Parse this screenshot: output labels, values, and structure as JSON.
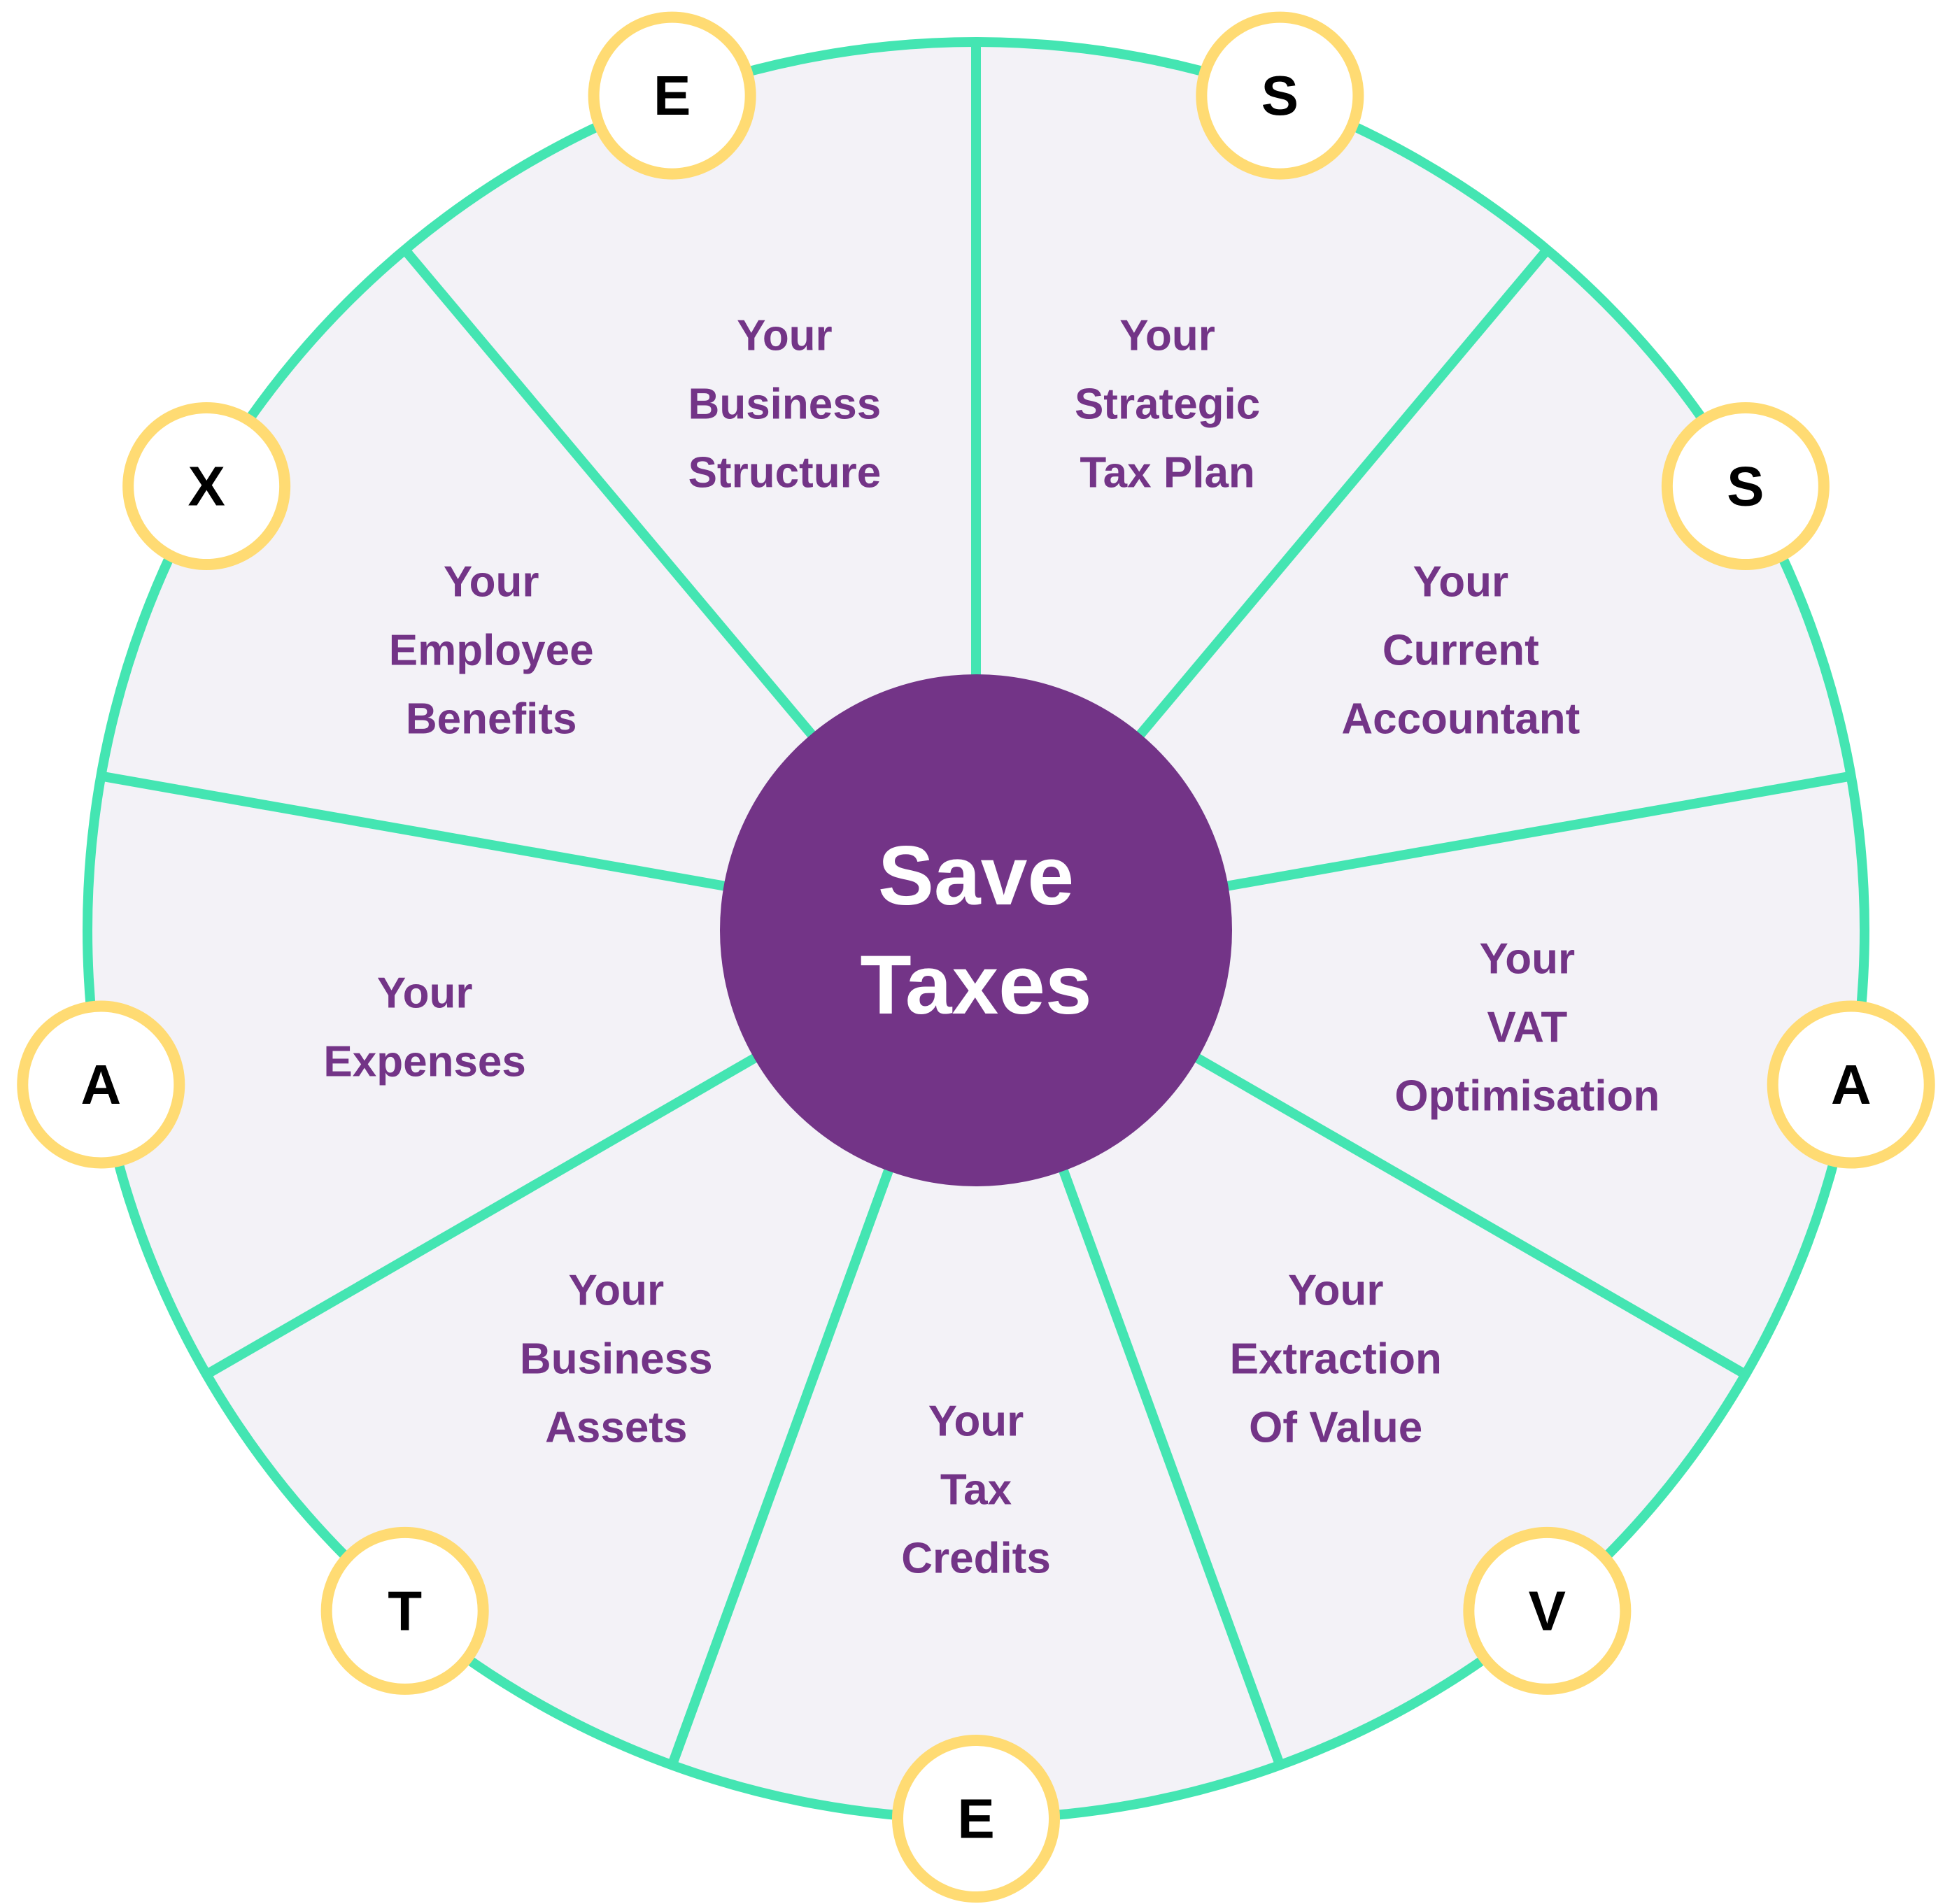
{
  "colors": {
    "rim": "#44E5B2",
    "segment_fill": "#F3F2F7",
    "hub_fill": "#733487",
    "hub_text": "#FFFFFF",
    "label_text": "#733487",
    "badge_ring": "#FFDB73",
    "badge_fill": "#FFFFFF",
    "badge_text": "#000000"
  },
  "hub": {
    "line1": "Save",
    "line2": "Taxes"
  },
  "segments": [
    {
      "lines": [
        "Your",
        "Strategic",
        "Tax Plan"
      ]
    },
    {
      "lines": [
        "Your",
        "Current",
        "Accountant"
      ]
    },
    {
      "lines": [
        "Your",
        "VAT",
        "Optimisation"
      ]
    },
    {
      "lines": [
        "Your",
        "Extraction",
        "Of Value"
      ]
    },
    {
      "lines": [
        "Your",
        "Tax",
        "Credits"
      ]
    },
    {
      "lines": [
        "Your",
        "Business",
        "Assets"
      ]
    },
    {
      "lines": [
        "Your",
        "Expenses"
      ]
    },
    {
      "lines": [
        "Your",
        "Employee",
        "Benefits"
      ]
    },
    {
      "lines": [
        "Your",
        "Business",
        "Structure"
      ]
    }
  ],
  "badges": [
    {
      "letter": "S"
    },
    {
      "letter": "S"
    },
    {
      "letter": "A"
    },
    {
      "letter": "V"
    },
    {
      "letter": "E"
    },
    {
      "letter": "T"
    },
    {
      "letter": "A"
    },
    {
      "letter": "X"
    },
    {
      "letter": "E"
    }
  ]
}
